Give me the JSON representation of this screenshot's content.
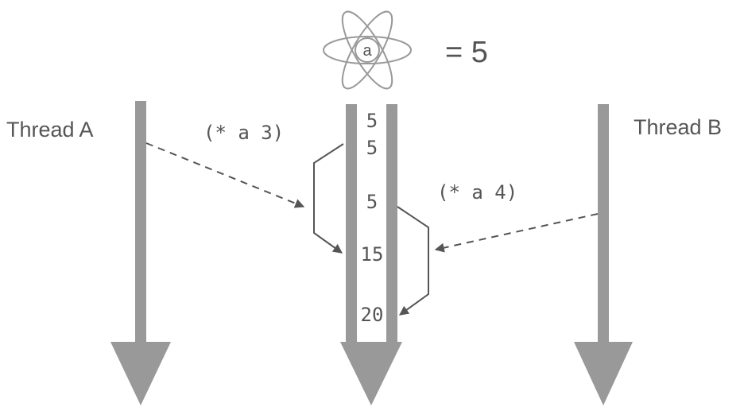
{
  "atom": {
    "label": "a",
    "value_text": "= 5"
  },
  "threads": {
    "a": {
      "label": "Thread A"
    },
    "b": {
      "label": "Thread B"
    }
  },
  "operations": {
    "a": {
      "expr": "(* a 3)"
    },
    "b": {
      "expr": "(* a 4)"
    }
  },
  "timeline_values": [
    "5",
    "5",
    "5",
    "15",
    "20"
  ],
  "colors": {
    "bar": "#999999",
    "line": "#555555",
    "atom_stroke": "#999999",
    "text": "#555555"
  }
}
